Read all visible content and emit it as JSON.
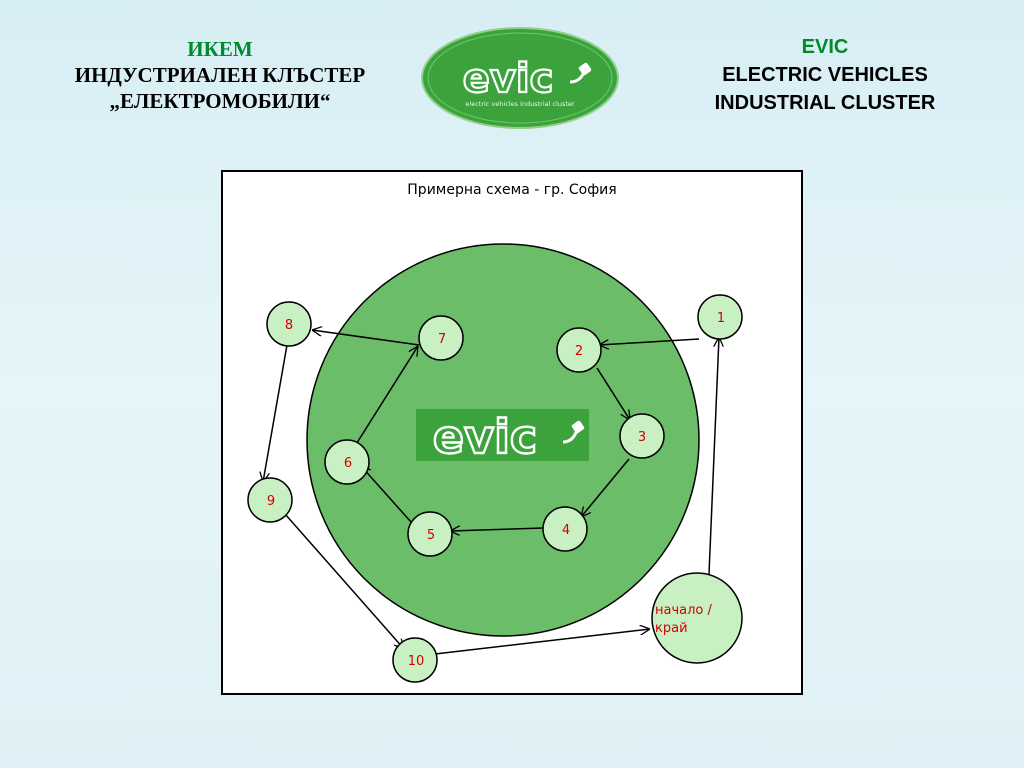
{
  "header_left": {
    "acronym": "ИКЕМ",
    "line1": "ИНДУСТРИАЛЕН КЛЪСТЕР",
    "line2": "„ЕЛЕКТРОМОБИЛИ“"
  },
  "header_right": {
    "acronym": "EVIC",
    "line1": "ELECTRIC VEHICLES",
    "line2": "INDUSTRIAL CLUSTER"
  },
  "logo": {
    "wordmark": "evic",
    "tagline": "electric vehicles industrial cluster"
  },
  "scheme": {
    "title": "Примерна схема - гр. София",
    "center_logo": "evic",
    "nodes": {
      "n1": "1",
      "n2": "2",
      "n3": "3",
      "n4": "4",
      "n5": "5",
      "n6": "6",
      "n7": "7",
      "n8": "8",
      "n9": "9",
      "n10": "10",
      "start_line1": "начало /",
      "start_line2": "край"
    }
  },
  "colors": {
    "big_circle": "#6cbd6a",
    "node_fill": "#c9f0c2",
    "node_label": "#d40000",
    "logo_green": "#3ca33c"
  }
}
